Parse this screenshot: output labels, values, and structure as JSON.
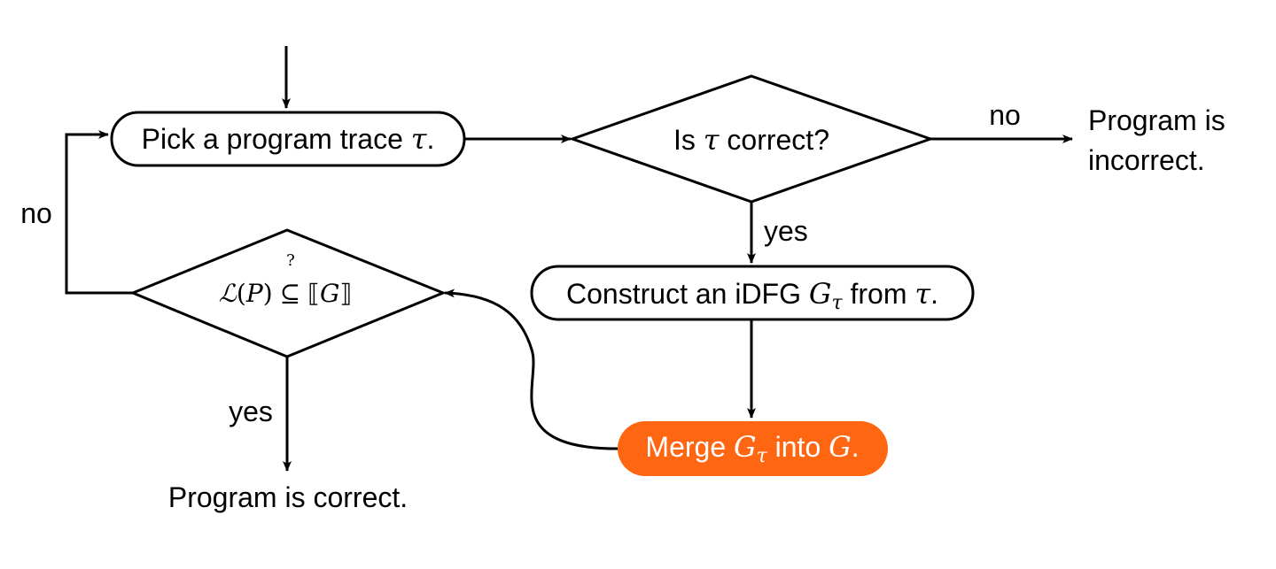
{
  "colors": {
    "accent": "#ff6611",
    "stroke": "#000000",
    "background": "#ffffff"
  },
  "nodes": {
    "pick_trace": {
      "text": "Pick a program trace ",
      "math": "τ",
      "suffix": "."
    },
    "is_correct": {
      "prefix": "Is ",
      "math": "τ",
      "suffix": " correct?"
    },
    "construct": {
      "text": "Construct an iDFG ",
      "math_base": "G",
      "math_sub": "τ",
      "middle": " from ",
      "math2": "τ",
      "suffix": "."
    },
    "merge": {
      "text": "Merge ",
      "math_base": "G",
      "math_sub": "τ",
      "middle": " into ",
      "math2": "G",
      "suffix": "."
    },
    "check": {
      "lang": "ℒ",
      "lparen": "(",
      "var": "P",
      "rparen": ")",
      "subseteq": "⊆",
      "question": "?",
      "lbracket": "⟦",
      "graph": "G",
      "rbracket": "⟧"
    },
    "incorrect": {
      "line1": "Program is",
      "line2": "incorrect."
    },
    "correct": {
      "text": "Program is correct."
    }
  },
  "edge_labels": {
    "no_right": "no",
    "yes_down": "yes",
    "no_left": "no",
    "yes_bottom": "yes"
  }
}
